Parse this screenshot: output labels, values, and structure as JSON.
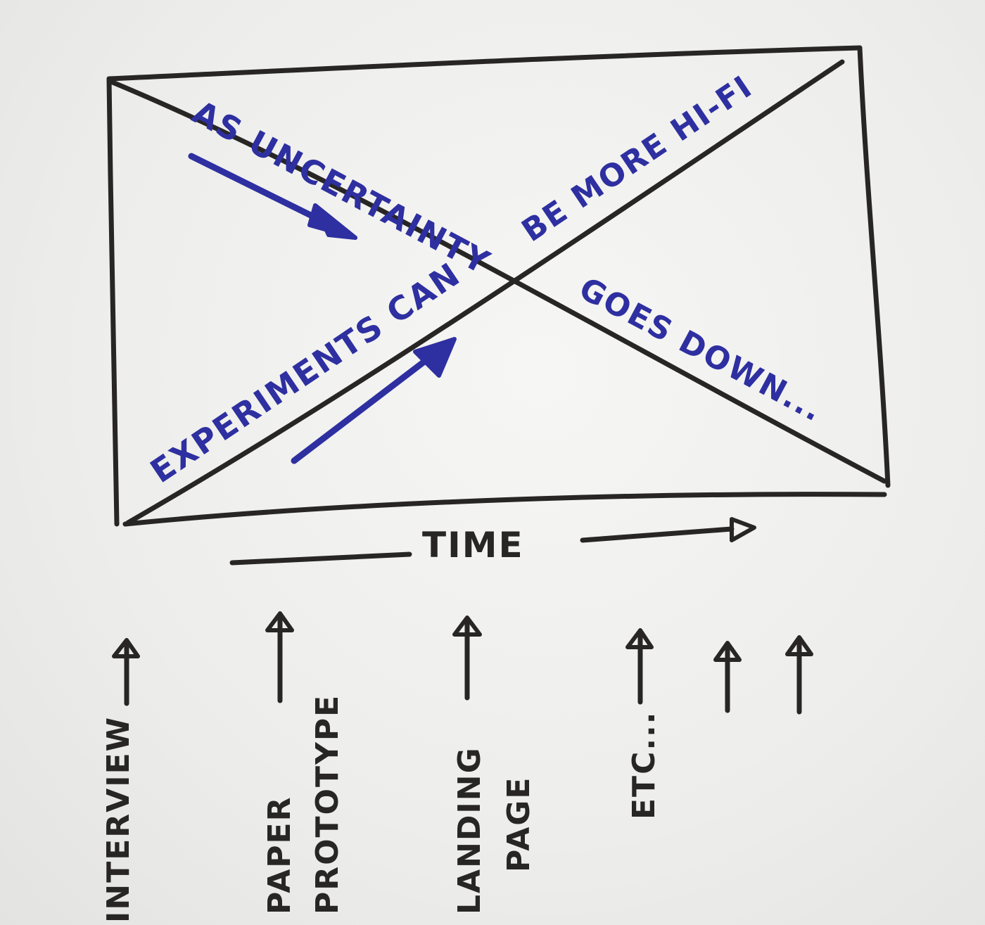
{
  "colors": {
    "ink": "#272624",
    "blue_marker": "#2e2fa0",
    "paper": "#efefed"
  },
  "diagram": {
    "annotation_upper": "AS UNCERTAINTY",
    "annotation_upper_right": "BE MORE HI-FI",
    "annotation_lower": "EXPERIMENTS CAN",
    "annotation_lower_right": "GOES DOWN...",
    "axis_label": "TIME",
    "experiments": [
      {
        "label_line1": "INTERVIEW",
        "label_line2": ""
      },
      {
        "label_line1": "PAPER",
        "label_line2": "PROTOTYPE"
      },
      {
        "label_line1": "LANDING",
        "label_line2": "PAGE"
      },
      {
        "label_line1": "ETC...",
        "label_line2": ""
      }
    ]
  }
}
